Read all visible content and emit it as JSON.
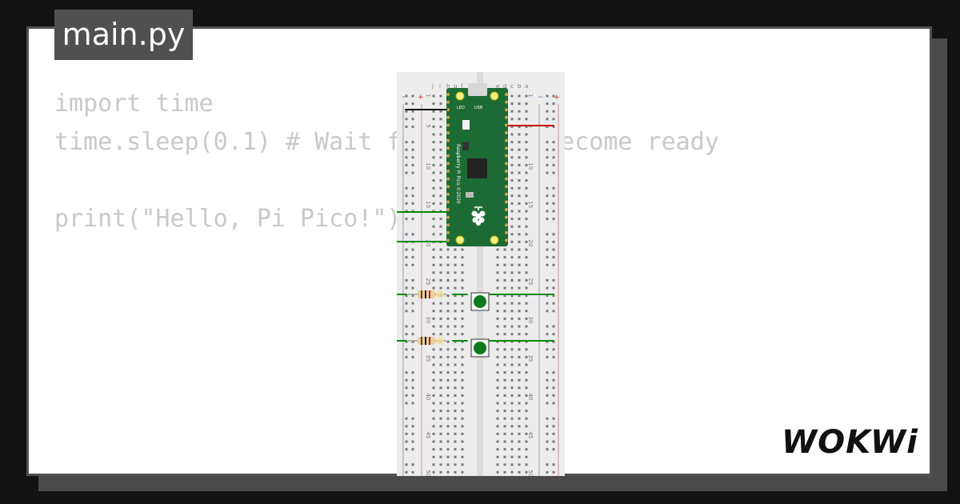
{
  "file_tab": {
    "label": "main.py"
  },
  "code": {
    "lines": [
      "import time",
      "time.sleep(0.1) # Wait for USB to become ready",
      "",
      "print(\"Hello, Pi Pico!\")"
    ]
  },
  "board": {
    "pico_label": "Raspberry Pi Pico ©2020",
    "usb_label": "USB",
    "led_label": "LED",
    "column_letters_left": [
      "j",
      "i",
      "h",
      "g",
      "f"
    ],
    "column_letters_right": [
      "e",
      "d",
      "c",
      "b",
      "a"
    ],
    "row_numbers": [
      "1",
      "5",
      "10",
      "15",
      "20",
      "25",
      "30",
      "35",
      "40",
      "45",
      "50"
    ],
    "rail_minus": "−",
    "rail_plus": "+"
  },
  "colors": {
    "background": "#121212",
    "card": "#ffffff",
    "tab": "#505050",
    "code_text": "#c9c9c9",
    "pico_green": "#1d6b34",
    "wire_green": "#0a8a0a",
    "wire_red": "#cc0000",
    "wire_black": "#111111"
  },
  "brand": {
    "logo_text": "WOKWi"
  }
}
